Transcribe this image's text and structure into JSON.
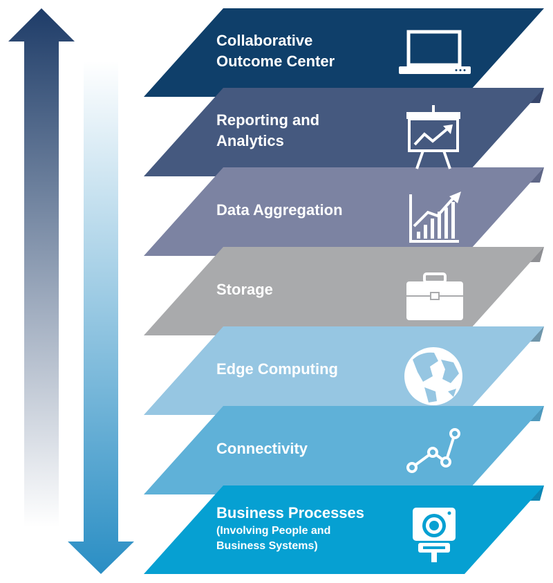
{
  "layers": [
    {
      "id": "collaborative",
      "label": "Collaborative\nOutcome Center",
      "sublabel": "",
      "icon": "laptop-icon",
      "color": "#0f3f6a",
      "back": "#1a3a66"
    },
    {
      "id": "reporting",
      "label": "Reporting and\nAnalytics",
      "sublabel": "",
      "icon": "presentation-board-icon",
      "color": "#45597f",
      "back": "#37466b"
    },
    {
      "id": "aggregation",
      "label": "Data Aggregation",
      "sublabel": "",
      "icon": "growth-chart-icon",
      "color": "#7c83a2",
      "back": "#5f6787"
    },
    {
      "id": "storage",
      "label": "Storage",
      "sublabel": "",
      "icon": "briefcase-icon",
      "color": "#a9aaac",
      "back": "#8e8f93"
    },
    {
      "id": "edge",
      "label": "Edge Computing",
      "sublabel": "",
      "icon": "globe-icon",
      "color": "#96c6e2",
      "back": "#6f96ab"
    },
    {
      "id": "connectivity",
      "label": "Connectivity",
      "sublabel": "",
      "icon": "connection-nodes-icon",
      "color": "#5fb1d8",
      "back": "#4e99bd"
    },
    {
      "id": "business",
      "label": "Business Processes",
      "sublabel": "(Involving People and\nBusiness Systems)",
      "icon": "camera-device-icon",
      "color": "#06a0d2",
      "back": "#0b86b4"
    }
  ],
  "colors": {
    "up_arrow_top": "#1e3c68",
    "up_arrow_bottom": "#ffffff",
    "down_arrow_top": "#ffffff",
    "down_arrow_bottom": "#2a8ec4",
    "icon": "#ffffff"
  }
}
